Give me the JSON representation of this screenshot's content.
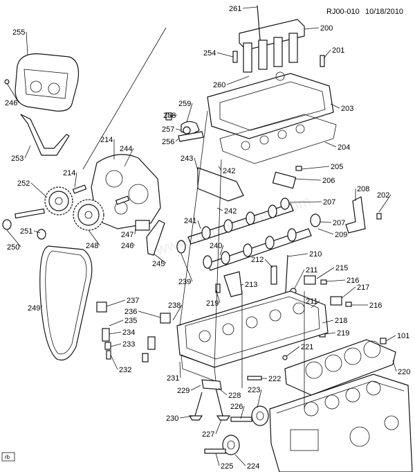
{
  "header": {
    "code": "RJ00-010",
    "date": "10/18/2010"
  },
  "corner_badge": "rb",
  "callouts": [
    {
      "id": "c261",
      "label": "261"
    },
    {
      "id": "c200",
      "label": "200"
    },
    {
      "id": "c255",
      "label": "255"
    },
    {
      "id": "c254",
      "label": "254"
    },
    {
      "id": "c201",
      "label": "201"
    },
    {
      "id": "c246a",
      "label": "246"
    },
    {
      "id": "c260",
      "label": "260"
    },
    {
      "id": "c203",
      "label": "203"
    },
    {
      "id": "c258",
      "label": "258"
    },
    {
      "id": "c259",
      "label": "259"
    },
    {
      "id": "c257",
      "label": "257"
    },
    {
      "id": "c256",
      "label": "256"
    },
    {
      "id": "c253",
      "label": "253"
    },
    {
      "id": "c214a",
      "label": "214"
    },
    {
      "id": "c244",
      "label": "244"
    },
    {
      "id": "c204",
      "label": "204"
    },
    {
      "id": "c243",
      "label": "243"
    },
    {
      "id": "c205",
      "label": "205"
    },
    {
      "id": "c242a",
      "label": "242"
    },
    {
      "id": "c214b",
      "label": "214"
    },
    {
      "id": "c206",
      "label": "206"
    },
    {
      "id": "c252",
      "label": "252"
    },
    {
      "id": "c208",
      "label": "208"
    },
    {
      "id": "c202",
      "label": "202"
    },
    {
      "id": "c207a",
      "label": "207"
    },
    {
      "id": "c242b",
      "label": "242"
    },
    {
      "id": "c241",
      "label": "241"
    },
    {
      "id": "c207b",
      "label": "207"
    },
    {
      "id": "c251",
      "label": "251"
    },
    {
      "id": "c247",
      "label": "247"
    },
    {
      "id": "c209",
      "label": "209"
    },
    {
      "id": "c248",
      "label": "248"
    },
    {
      "id": "c246b",
      "label": "246"
    },
    {
      "id": "c240",
      "label": "240"
    },
    {
      "id": "c250",
      "label": "250"
    },
    {
      "id": "c210",
      "label": "210"
    },
    {
      "id": "c245",
      "label": "245"
    },
    {
      "id": "c212",
      "label": "212"
    },
    {
      "id": "c211a",
      "label": "211"
    },
    {
      "id": "c215",
      "label": "215"
    },
    {
      "id": "c239",
      "label": "239"
    },
    {
      "id": "c213",
      "label": "213"
    },
    {
      "id": "c216a",
      "label": "216"
    },
    {
      "id": "c217",
      "label": "217"
    },
    {
      "id": "c237",
      "label": "237"
    },
    {
      "id": "c249",
      "label": "249"
    },
    {
      "id": "c219a",
      "label": "219"
    },
    {
      "id": "c211b",
      "label": "211"
    },
    {
      "id": "c216b",
      "label": "216"
    },
    {
      "id": "c236",
      "label": "236"
    },
    {
      "id": "c238",
      "label": "238"
    },
    {
      "id": "c235",
      "label": "235"
    },
    {
      "id": "c218",
      "label": "218"
    },
    {
      "id": "c234",
      "label": "234"
    },
    {
      "id": "c219b",
      "label": "219"
    },
    {
      "id": "c101",
      "label": "101"
    },
    {
      "id": "c233",
      "label": "233"
    },
    {
      "id": "c221",
      "label": "221"
    },
    {
      "id": "c232",
      "label": "232"
    },
    {
      "id": "c220",
      "label": "220"
    },
    {
      "id": "c231",
      "label": "231"
    },
    {
      "id": "c222",
      "label": "222"
    },
    {
      "id": "c229",
      "label": "229"
    },
    {
      "id": "c228",
      "label": "228"
    },
    {
      "id": "c223",
      "label": "223"
    },
    {
      "id": "c226",
      "label": "226"
    },
    {
      "id": "c230",
      "label": "230"
    },
    {
      "id": "c227",
      "label": "227"
    },
    {
      "id": "c225",
      "label": "225"
    },
    {
      "id": "c224",
      "label": "224"
    }
  ],
  "watermark": "www.gmpartsdirect.com"
}
